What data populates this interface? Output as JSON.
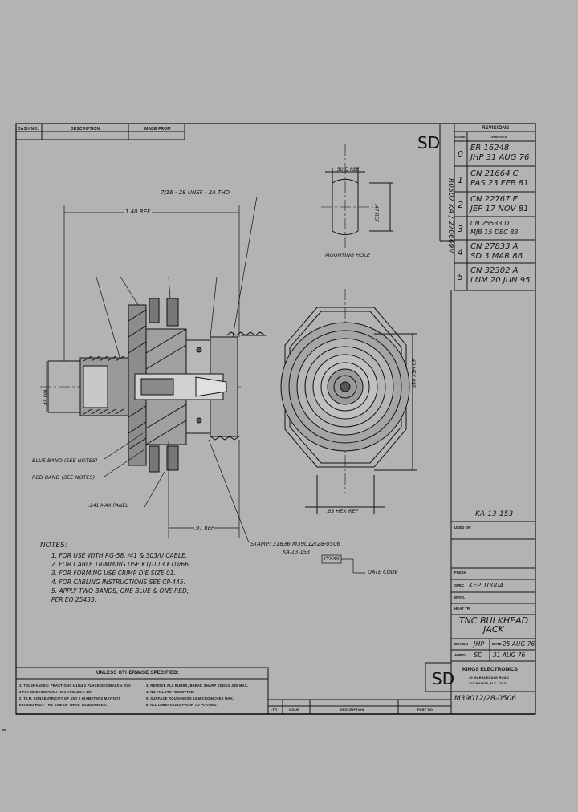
{
  "header": {
    "dash_no": "DASH NO.",
    "description": "DESCRIPTION",
    "made_from": "MADE FROM"
  },
  "sd_top": "SD",
  "sd_bottom": "SD",
  "vertical_code": "R0507 KA / 270669V",
  "revisions": {
    "title": "REVISIONS",
    "col_issue": "ISSUE",
    "col_changes": "CHANGES",
    "rows": [
      {
        "issue": "0",
        "line1": "ER 16248",
        "line2": "JHP 31 AUG 76"
      },
      {
        "issue": "1",
        "line1": "CN 21664 C",
        "line2": "PAS 23 FEB 81"
      },
      {
        "issue": "2",
        "line1": "CN 22767 E",
        "line2": "JEP 17 NOV 81"
      },
      {
        "issue": "3",
        "line1": "CN 25533 D",
        "line2": "MJB 15 DEC 83"
      },
      {
        "issue": "4",
        "line1": "CN 27833 A",
        "line2": "SD 3 MAR 86"
      },
      {
        "issue": "5",
        "line1": "CN 32302 A",
        "line2": "LNM 20 JUN 95"
      }
    ]
  },
  "dims": {
    "thread": "7/16 - 28 UNEF - 2A THD",
    "ref_140": "1.40 REF",
    "dia_50": ".50 D REF",
    "flat_47": ".47 REF",
    "mounting_hole": "MOUNTING HOLE",
    "dia_left": ".45 DIA",
    "hex_ref_v": ".69 HEX REF",
    "hex_ref_h": ".63 HEX REF",
    "max_panel": ".241 MAX PANEL",
    "ref_91": ".91 REF",
    "blue_band": "BLUE BAND (SEE NOTES)",
    "red_band": "RED BAND (SEE NOTES)",
    "stamp": "STAMP: 31836 M39012/28-0506",
    "stamp2": "KA-13-153",
    "date_box": "YYXXX",
    "date_code": "DATE CODE"
  },
  "notes": {
    "title": "NOTES:",
    "items": [
      "1. FOR USE WITH RG-58, /41 & 303/U CABLE.",
      "2. FOR CABLE TRIMMING USE KTJ-113 KTD/66.",
      "3. FOR FORMING USE CRIMP DIE SIZE 01.",
      "4. FOR CABLING INSTRUCTIONS SEE CP-445.",
      "5. APPLY TWO BANDS, ONE BLUE & ONE RED,",
      "   PER EO 25433."
    ]
  },
  "tolerance": {
    "title": "UNLESS OTHERWISE SPECIFIED:",
    "left": [
      "1. TOLERANCES: FRACTIONS ± 1/64   2 PLACE DECIMALS ± .010",
      "   3 PLACE DECIMALS ± .004   ANGLES ± 1/2°",
      "2. T.I.R. CONCENTRICITY OF ANY 2 DIAMETERS MAY NOT",
      "   EXCEED HALF THE SUM OF THEIR TOLERANCES."
    ],
    "right": [
      "3. REMOVE ALL BURRS, BREAK SHARP EDGES .005 MAX.",
      "4. NO FILLETS PERMITTED.",
      "5. SURFACE ROUGHNESS 63 MICROINCHES MAX.",
      "6. ALL DIMENSIONS PRIOR TO PLATING."
    ]
  },
  "bottom_bar": {
    "ltr": "LTR",
    "issue": "ISSUE",
    "description": "DESCRIPTION",
    "part_no": "PART NO."
  },
  "title_block": {
    "ka_no": "KA-13-153",
    "used_on": "USED ON",
    "finish": "FINISH",
    "spec": "SPEC",
    "spec_val": "KEP 10004",
    "mat": "MAT'L",
    "heat": "HEAT TR.",
    "title": "TNC BULKHEAD JACK",
    "drawn": "DRAWN",
    "drawn_by": "JHP",
    "date_label": "DATE",
    "date": "25 AUG 76",
    "appd": "APP'D",
    "appd_val": "SD",
    "appd_date": "31 AUG 76",
    "company": "KINGS ELECTRONICS",
    "company_addr1": "40 MARBLEDALE ROAD",
    "company_addr2": "TUCKAHOE, N.Y. 10707",
    "part_number": "M39012/28-0506"
  }
}
